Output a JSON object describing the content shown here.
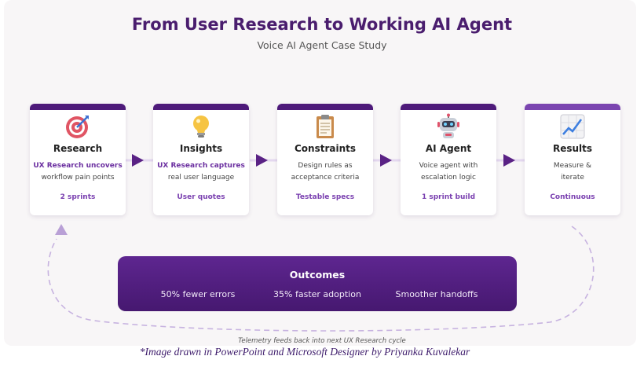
{
  "header": {
    "title": "From User Research to Working AI Agent",
    "subtitle": "Voice AI Agent Case Study"
  },
  "stages": [
    {
      "name": "Research",
      "icon": "target-icon",
      "desc_highlight": "UX Research uncovers",
      "desc": "workflow pain points",
      "meta": "2 sprints"
    },
    {
      "name": "Insights",
      "icon": "lightbulb-icon",
      "desc_highlight": "UX Research captures",
      "desc": "real user language",
      "meta": "User quotes"
    },
    {
      "name": "Constraints",
      "icon": "clipboard-icon",
      "desc_highlight": "Design rules as",
      "desc": "acceptance criteria",
      "meta": "Testable specs"
    },
    {
      "name": "AI Agent",
      "icon": "robot-icon",
      "desc_highlight": "Voice agent with",
      "desc": "escalation logic",
      "meta": "1 sprint build"
    },
    {
      "name": "Results",
      "icon": "chart-icon",
      "desc_highlight": "Measure &",
      "desc": "iterate",
      "meta": "Continuous"
    }
  ],
  "outcomes": {
    "title": "Outcomes",
    "items": [
      "50% fewer errors",
      "35% faster adoption",
      "Smoother handoffs"
    ]
  },
  "footer": {
    "telemetry": "Telemetry feeds back into next UX Research cycle",
    "credit": "*Image drawn in PowerPoint and Microsoft Designer by Priyanka Kuvalekar"
  },
  "colors": {
    "primary": "#4e1a7a",
    "accent": "#7a40b0",
    "title": "#4a1d6e"
  }
}
